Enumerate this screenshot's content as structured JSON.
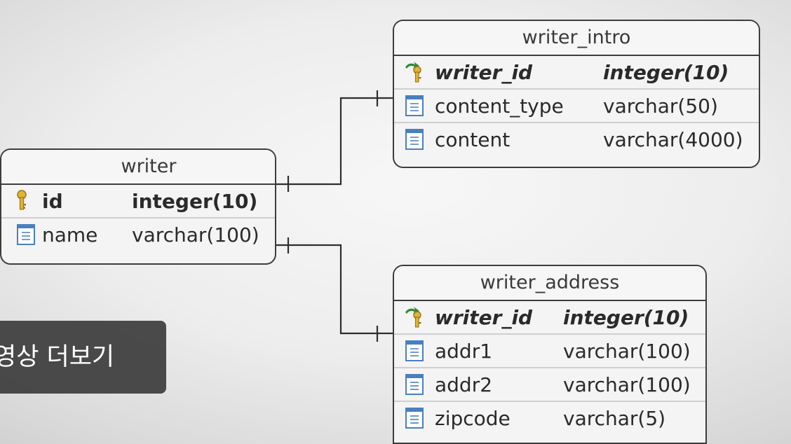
{
  "diagram": {
    "tables": {
      "writer": {
        "title": "writer",
        "columns": [
          {
            "name": "id",
            "type": "integer(10)",
            "key": "primary",
            "icon": "primary-key-icon"
          },
          {
            "name": "name",
            "type": "varchar(100)",
            "key": "none",
            "icon": "column-icon"
          }
        ]
      },
      "writer_intro": {
        "title": "writer_intro",
        "columns": [
          {
            "name": "writer_id",
            "type": "integer(10)",
            "key": "foreign-primary",
            "icon": "foreign-key-icon"
          },
          {
            "name": "content_type",
            "type": "varchar(50)",
            "key": "none",
            "icon": "column-icon"
          },
          {
            "name": "content",
            "type": "varchar(4000)",
            "key": "none",
            "icon": "column-icon"
          }
        ]
      },
      "writer_address": {
        "title": "writer_address",
        "columns": [
          {
            "name": "writer_id",
            "type": "integer(10)",
            "key": "foreign-primary",
            "icon": "foreign-key-icon"
          },
          {
            "name": "addr1",
            "type": "varchar(100)",
            "key": "none",
            "icon": "column-icon"
          },
          {
            "name": "addr2",
            "type": "varchar(100)",
            "key": "none",
            "icon": "column-icon"
          },
          {
            "name": "zipcode",
            "type": "varchar(5)",
            "key": "none",
            "icon": "column-icon"
          }
        ]
      }
    },
    "relationships": [
      {
        "from": "writer",
        "to": "writer_intro",
        "cardinality": "one-to-one"
      },
      {
        "from": "writer",
        "to": "writer_address",
        "cardinality": "one-to-one"
      }
    ]
  },
  "overlay": {
    "more_videos_label": "영상 더보기"
  },
  "colors": {
    "entity_border": "#3d3d3d",
    "entity_background": "#f4f4f4",
    "row_divider": "#cfcfcf",
    "key_gold": "#e0b43a",
    "key_green_arrow": "#2f8a3a",
    "column_icon_blue": "#4a7fbf",
    "overlay_background": "#3c3c3c"
  }
}
